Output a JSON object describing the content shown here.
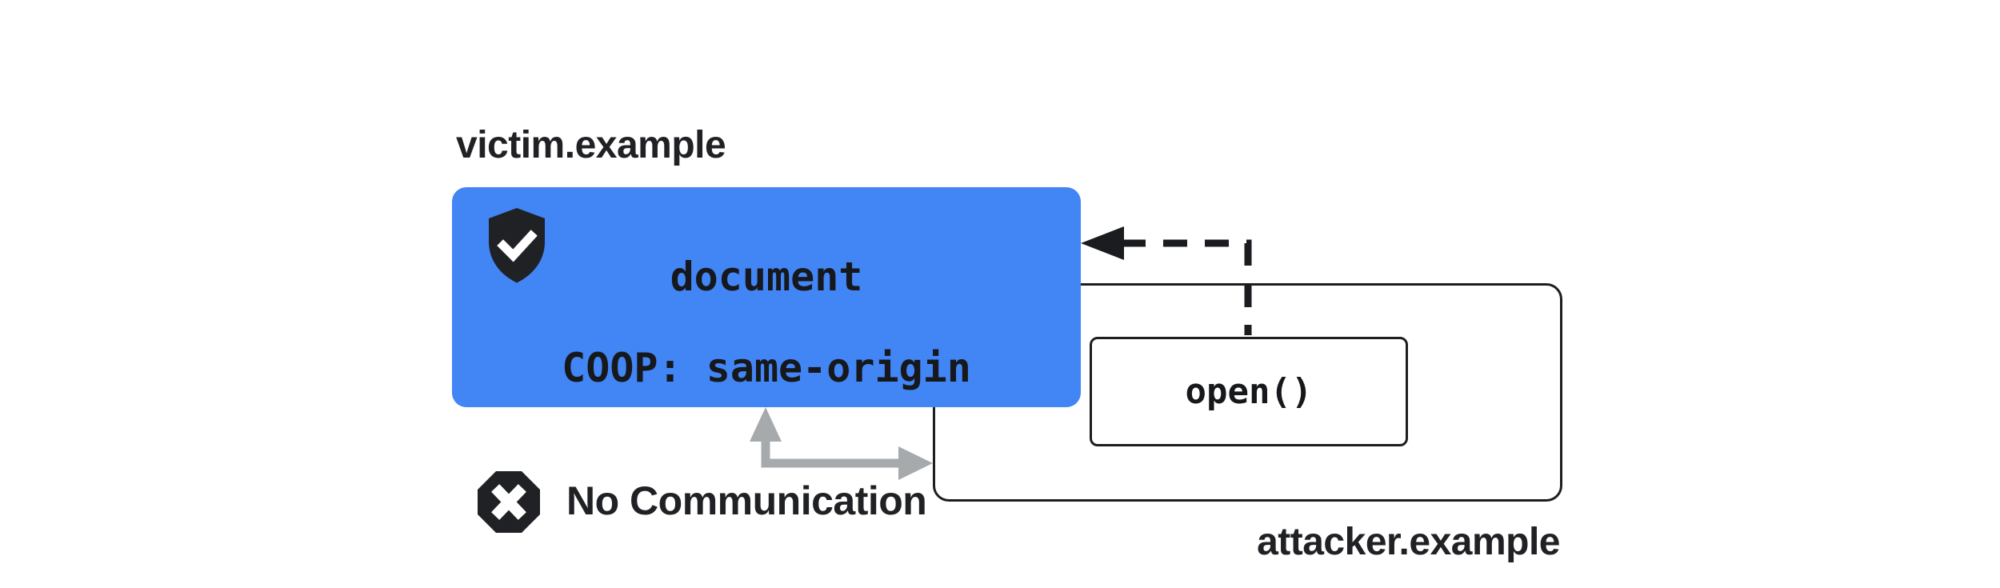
{
  "diagram": {
    "description": "Cross-Origin-Opener-Policy diagram: COOP same-origin severs the opener relationship so attacker.example cannot communicate with victim.example",
    "victim": {
      "label": "victim.example",
      "box_line1": "document",
      "box_line2": "COOP: same-origin",
      "icon": "shield-check-icon"
    },
    "attacker": {
      "label": "attacker.example",
      "open_call_label": "open()"
    },
    "no_communication": {
      "label": "No Communication",
      "icon": "blocked-x-icon"
    },
    "arrows": {
      "opener_reference": "dashed black arrow from open() call toward victim document (left-pointing)",
      "no_communication": "gray L-shaped arrow with heads toward victim box bottom and attacker box left edge"
    },
    "colors": {
      "background": "#FFFFFF",
      "victim_box_fill": "#4285F4",
      "outline_black": "#1C1E21",
      "text_black": "#202124",
      "icon_black": "#202124",
      "no_comm_arrow_gray": "#A7AAAD",
      "check_white": "#FFFFFF"
    }
  }
}
